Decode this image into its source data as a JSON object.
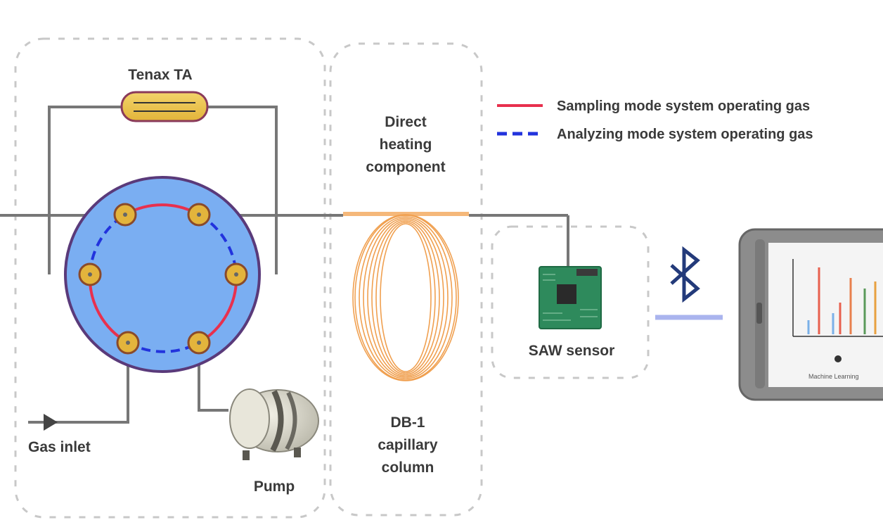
{
  "labels": {
    "tenax": "Tenax TA",
    "direct_heating": [
      "Direct",
      "heating",
      "component"
    ],
    "column": [
      "DB-1",
      "capillary",
      "column"
    ],
    "saw": "SAW sensor",
    "gas_inlet": "Gas inlet",
    "pump": "Pump",
    "machine_learning": "Machine Learning"
  },
  "legend": [
    {
      "text": "Sampling mode system operating gas",
      "color": "#e8304e",
      "style": "solid"
    },
    {
      "text": "Analyzing mode system operating gas",
      "color": "#2233dd",
      "style": "dashed"
    }
  ],
  "colors": {
    "valve_fill": "#7aaef2",
    "valve_stroke": "#5a3a7a",
    "port_fill": "#e3b43c",
    "coil": "#f0a050",
    "tube": "#777777",
    "tablet_frame": "#8c8c8c",
    "bluetooth": "#233a7a"
  },
  "icons": [
    "bluetooth-icon",
    "pump-icon",
    "sensor-board-icon",
    "tablet-icon",
    "inlet-arrow-icon"
  ]
}
